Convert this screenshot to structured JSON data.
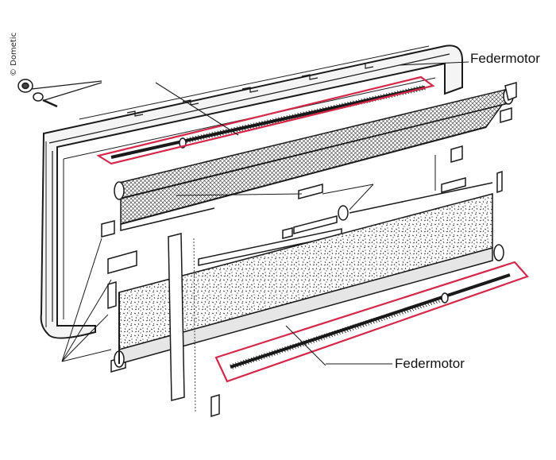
{
  "diagram": {
    "copyright": "© Dometic",
    "labels": {
      "top": "Federmotor",
      "bottom": "Federmotor"
    },
    "colors": {
      "line": "#1a1a1a",
      "highlight": "#d4284b",
      "background": "#ffffff",
      "frame_fill": "#f4f4f4",
      "blind_fill": "#e6e6e6"
    }
  }
}
